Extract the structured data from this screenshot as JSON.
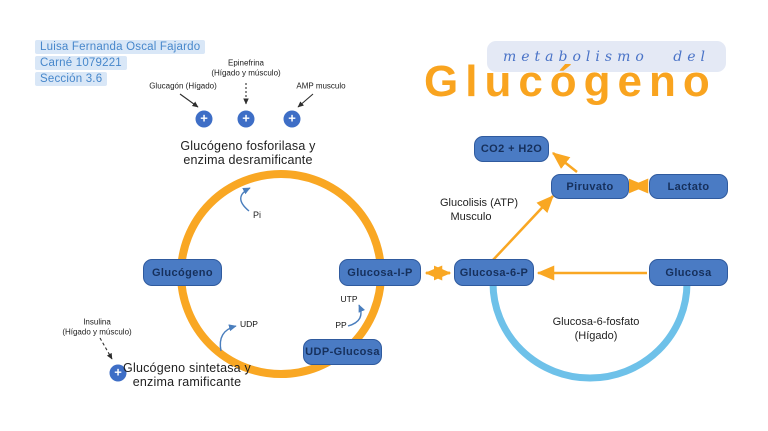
{
  "author": {
    "line1": "Luisa Fernanda Oscal Fajardo",
    "line2": "Carné 1079221",
    "line3": "Sección 3.6"
  },
  "title": {
    "script": [
      "metabolismo",
      "del"
    ],
    "main": "Glucógeno"
  },
  "activators_top": {
    "glucagon": "Glucagón (Hígado)",
    "epinefrina_line1": "Epinefrina",
    "epinefrina_line2": "(Hígado y músculo)",
    "amp": "AMP musculo",
    "plus_sign": "+",
    "enzyme_line1": "Glucógeno fosforilasa y",
    "enzyme_line2": "enzima desramificante"
  },
  "activator_bottom": {
    "insulina_line1": "Insulina",
    "insulina_line2": "(Hígado y músculo)",
    "plus_sign": "+",
    "enzyme_line1": "Glucógeno sintetasa y",
    "enzyme_line2": "enzima ramificante"
  },
  "nodes": {
    "glucogeno": "Glucógeno",
    "glucosa1p": "Glucosa-I-P",
    "glucosa6p": "Glucosa-6-P",
    "glucosa": "Glucosa",
    "udp_glucosa": "UDP-Glucosa",
    "piruvato": "Piruvato",
    "lactato": "Lactato",
    "co2_h2o": "CO2 + H2O"
  },
  "labels": {
    "pi": "Pi",
    "udp": "UDP",
    "utp": "UTP",
    "pp": "PP",
    "glucolisis_line1": "Glucolisis (ATP)",
    "glucolisis_line2": "Musculo",
    "g6f_line1": "Glucosa-6-fosfato",
    "g6f_line2": "(Hígado)"
  },
  "colors": {
    "accent_orange": "#F9A723",
    "box_blue": "#4A7BC4",
    "box_border": "#2F5A9E",
    "arc_blue": "#6EC1E9",
    "plus_blue": "#3E6EC6",
    "script_blue": "#4A73C7",
    "highlight_bg": "#D9E7F7"
  }
}
